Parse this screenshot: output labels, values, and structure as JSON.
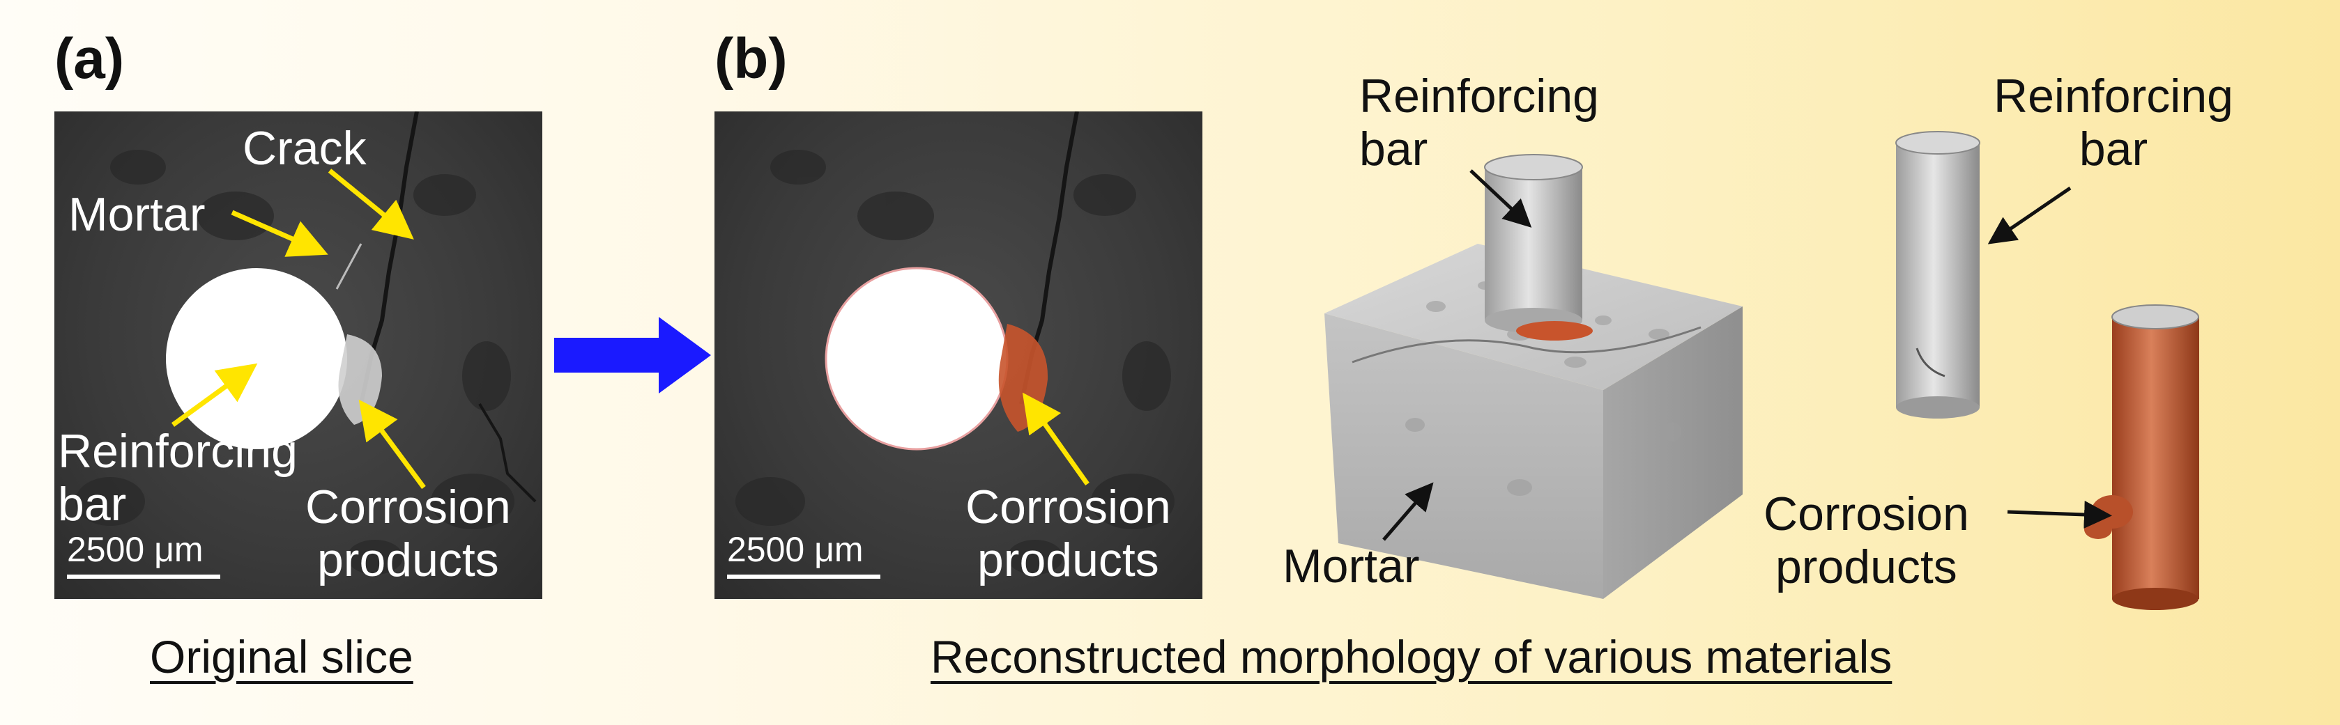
{
  "panel_a": {
    "label": "(a)",
    "crack": "Crack",
    "mortar": "Mortar",
    "bar_line1": "Reinforcing",
    "bar_line2": "bar",
    "corr_line1": "Corrosion",
    "corr_line2": "products",
    "scale": "2500 μm",
    "caption": "Original slice"
  },
  "panel_b": {
    "label": "(b)",
    "corr_line1": "Corrosion",
    "corr_line2": "products",
    "scale": "2500 μm",
    "caption": "Reconstructed morphology of various materials"
  },
  "render_mid": {
    "bar_line1": "Reinforcing",
    "bar_line2": "bar",
    "mortar": "Mortar"
  },
  "render_right": {
    "bar_line1": "Reinforcing",
    "bar_line2": "bar",
    "corr_line1": "Corrosion",
    "corr_line2": "products"
  },
  "colors": {
    "arrow_yellow": "#ffe500",
    "flow_arrow": "#1a1aff",
    "corrosion": "#c8542c"
  }
}
